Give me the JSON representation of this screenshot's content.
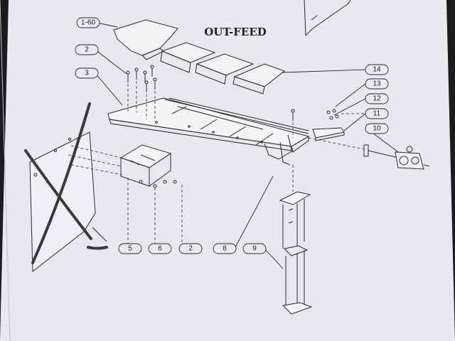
{
  "diagram": {
    "title": "OUT-FEED",
    "colors": {
      "paper": "#e8e9ef",
      "ink": "#2a2a2a",
      "background": "#1c1c1c",
      "bracket": "#3a3a3a"
    },
    "callouts": [
      {
        "id": "1-60",
        "label": "1-60"
      },
      {
        "id": "2a",
        "label": "2"
      },
      {
        "id": "3",
        "label": "3"
      },
      {
        "id": "14",
        "label": "14"
      },
      {
        "id": "13",
        "label": "13"
      },
      {
        "id": "12",
        "label": "12"
      },
      {
        "id": "11",
        "label": "11"
      },
      {
        "id": "10",
        "label": "10"
      },
      {
        "id": "5",
        "label": "5"
      },
      {
        "id": "6",
        "label": "6"
      },
      {
        "id": "2b",
        "label": "2"
      },
      {
        "id": "8",
        "label": "8"
      },
      {
        "id": "9",
        "label": "9"
      }
    ]
  }
}
